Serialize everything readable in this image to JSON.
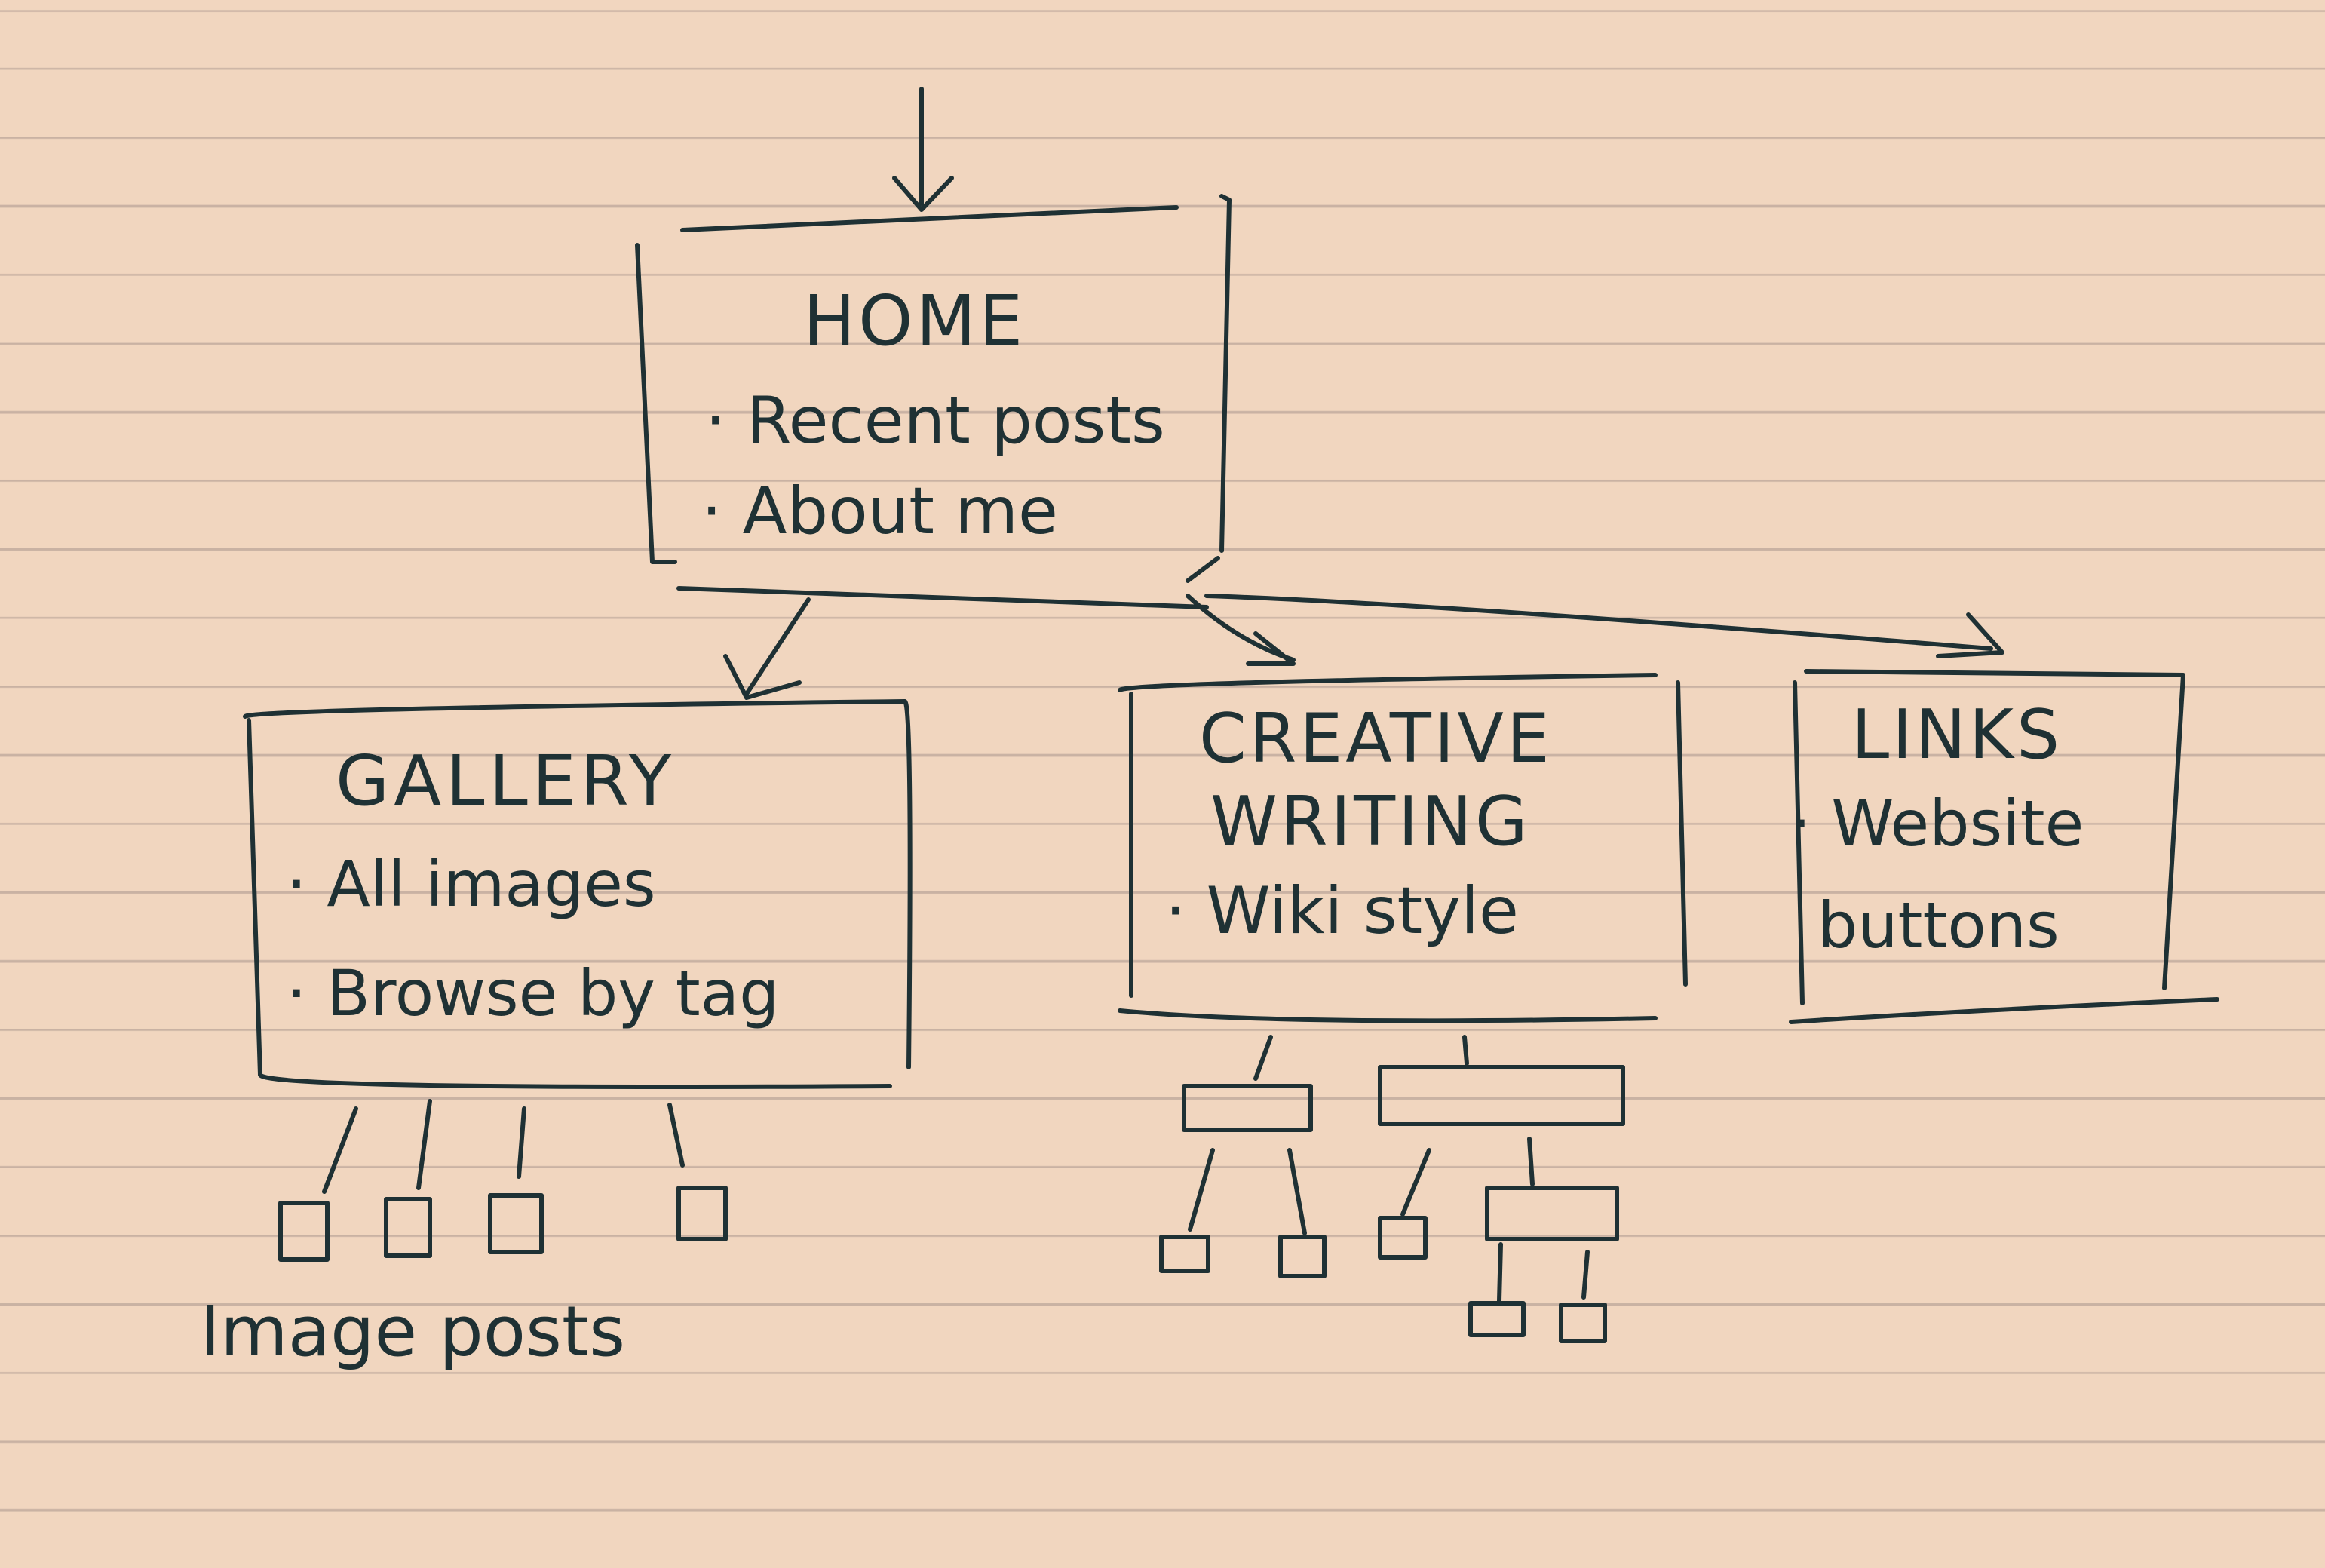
{
  "home": {
    "title": "HOME",
    "items": [
      "· Recent posts",
      "· About me"
    ]
  },
  "gallery": {
    "title": "GALLERY",
    "items": [
      "· All images",
      "· Browse by tag"
    ],
    "children_label": "Image posts"
  },
  "creative_writing": {
    "title_line1": "CREATIVE",
    "title_line2": "WRITING",
    "items": [
      "· Wiki style"
    ]
  },
  "links": {
    "title": "LINKS",
    "items": [
      "· Website",
      "buttons"
    ]
  },
  "colors": {
    "paper": "#f1d6bf",
    "rule_lines": "#c9b2a3",
    "ink": "#1f3134"
  }
}
